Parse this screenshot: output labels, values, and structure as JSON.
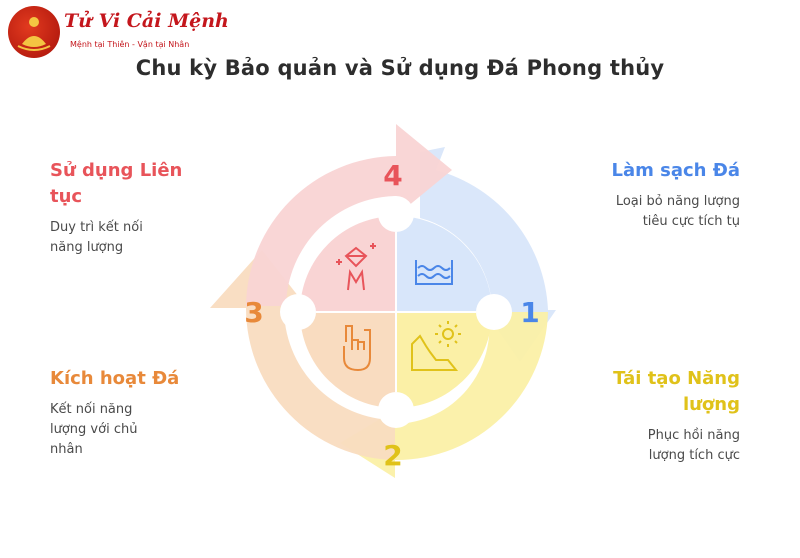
{
  "logo": {
    "title": "Tử Vi Cải Mệnh",
    "subtitle": "Mệnh tại Thiên - Vận tại Nhân"
  },
  "title": "Chu kỳ Bảo quản và Sử dụng Đá Phong thủy",
  "steps": [
    {
      "number": "1",
      "heading": "Làm sạch Đá",
      "description": "Loại bỏ năng lượng tiêu cực tích tụ",
      "color": "#4a86e8",
      "icon": "water-icon"
    },
    {
      "number": "2",
      "heading": "Tái tạo Năng lượng",
      "description": "Phục hồi năng lượng tích cực",
      "color": "#e0c21a",
      "icon": "sun-cliff-icon"
    },
    {
      "number": "3",
      "heading": "Kích hoạt Đá",
      "description": "Kết nối năng lượng với chủ nhân",
      "color": "#e8893a",
      "icon": "rock-hand-icon"
    },
    {
      "number": "4",
      "heading": "Sử dụng Liên tục",
      "description": "Duy trì kết nối năng lượng",
      "color": "#e8545a",
      "icon": "diamond-person-icon"
    }
  ],
  "colors": {
    "blue_fill": "#d8e6fa",
    "yellow_fill": "#fbf0a6",
    "orange_fill": "#f9dcc0",
    "pink_fill": "#f9d4d4",
    "title": "#2d2d2d",
    "description": "#4a4a4a"
  }
}
